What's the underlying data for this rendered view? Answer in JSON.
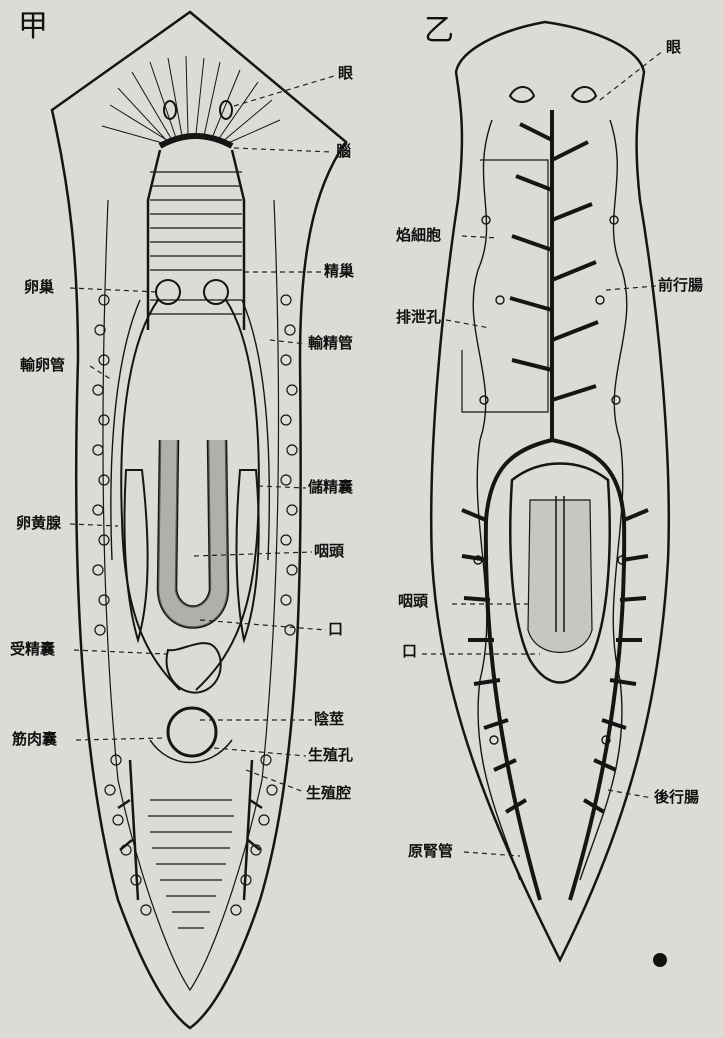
{
  "figure_a": {
    "title": "甲",
    "labels": {
      "eye": "眼",
      "brain": "腦",
      "testis": "精巢",
      "ovary": "卵巢",
      "vas_deferens": "輸精管",
      "oviduct": "輸卵管",
      "seminal_vesicle": "儲精囊",
      "yolk_gland": "卵黄腺",
      "pharynx": "咽頭",
      "mouth": "口",
      "seminal_receptacle": "受精囊",
      "penis": "陰莖",
      "muscular_sac": "筋肉囊",
      "genital_pore": "生殖孔",
      "genital_atrium": "生殖腔"
    }
  },
  "figure_b": {
    "title": "乙",
    "labels": {
      "eye": "眼",
      "flame_cell": "焰細胞",
      "anterior_intestine": "前行腸",
      "excretory_pore": "排泄孔",
      "pharynx": "咽頭",
      "mouth": "口",
      "posterior_intestine": "後行腸",
      "protonephridial_duct": "原腎管"
    }
  }
}
